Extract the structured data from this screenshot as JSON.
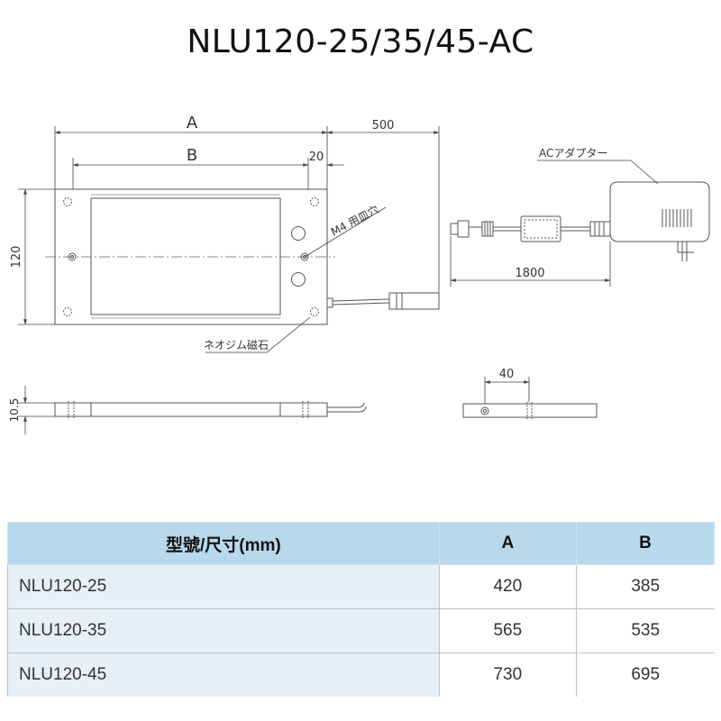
{
  "title": "NLU120-25/35/45-AC",
  "drawing": {
    "dim_a": "A",
    "dim_b": "B",
    "dim_500": "500",
    "dim_20": "20",
    "dim_120": "120",
    "dim_1800": "1800",
    "dim_40": "40",
    "dim_10_5": "10.5",
    "label_m4": "M4 用皿穴",
    "label_ac_adapter": "ACアダプター",
    "label_magnet": "ネオジム磁石"
  },
  "table": {
    "headers": [
      "型號/尺寸(mm)",
      "A",
      "B"
    ],
    "rows": [
      [
        "NLU120-25",
        "420",
        "385"
      ],
      [
        "NLU120-35",
        "565",
        "535"
      ],
      [
        "NLU120-45",
        "730",
        "695"
      ]
    ]
  }
}
